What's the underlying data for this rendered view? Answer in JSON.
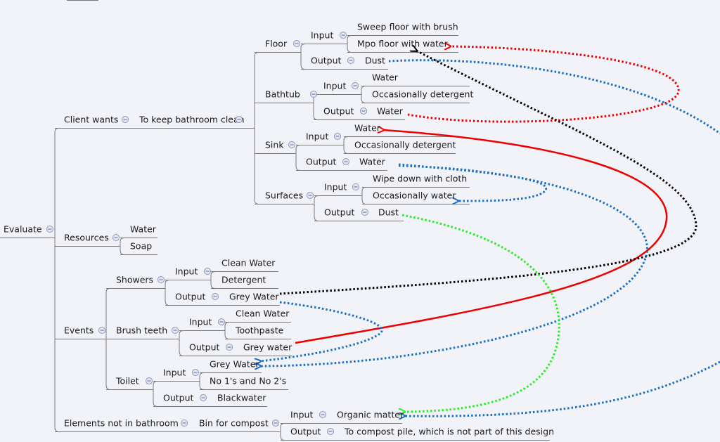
{
  "root": {
    "label": "Evaluate"
  },
  "client_wants": {
    "label": "Client wants",
    "goal": "To keep bathroom clean",
    "floor": {
      "label": "Floor",
      "input_label": "Input",
      "inputs": [
        "Sweep floor with brush",
        "Mpo floor with water"
      ],
      "output_label": "Output",
      "output": "Dust"
    },
    "bathtub": {
      "label": "Bathtub",
      "input_label": "Input",
      "inputs": [
        "Water",
        "Occasionally detergent"
      ],
      "output_label": "Output",
      "output": "Water"
    },
    "sink": {
      "label": "Sink",
      "input_label": "Input",
      "inputs": [
        "Water",
        "Occasionally detergent"
      ],
      "output_label": "Output",
      "output": "Water"
    },
    "surfaces": {
      "label": "Surfaces",
      "input_label": "Input",
      "inputs": [
        "Wipe down with cloth",
        "Occasionally water"
      ],
      "output_label": "Output",
      "output": "Dust"
    }
  },
  "resources": {
    "label": "Resources",
    "items": [
      "Water",
      "Soap"
    ]
  },
  "events": {
    "label": "Events",
    "showers": {
      "label": "Showers",
      "input_label": "Input",
      "inputs": [
        "Clean Water",
        "Detergent"
      ],
      "output_label": "Output",
      "output": "Grey Water"
    },
    "brush_teeth": {
      "label": "Brush teeth",
      "input_label": "Input",
      "inputs": [
        "Clean Water",
        "Toothpaste"
      ],
      "output_label": "Output",
      "output": "Grey water"
    },
    "toilet": {
      "label": "Toilet",
      "input_label": "Input",
      "inputs": [
        "Grey Water",
        "No 1's and No 2's"
      ],
      "output_label": "Output",
      "output": "Blackwater"
    }
  },
  "elements": {
    "label": "Elements not in bathroom",
    "bin": "Bin for compost",
    "input_label": "Input",
    "input": "Organic matter",
    "output_label": "Output",
    "output": "To compost pile, which is not part of this design"
  },
  "colors": {
    "connector": "#7a7a7a",
    "red": "#ee0000",
    "black": "#000000",
    "blue": "#1a6fc4",
    "green": "#22ee22"
  }
}
